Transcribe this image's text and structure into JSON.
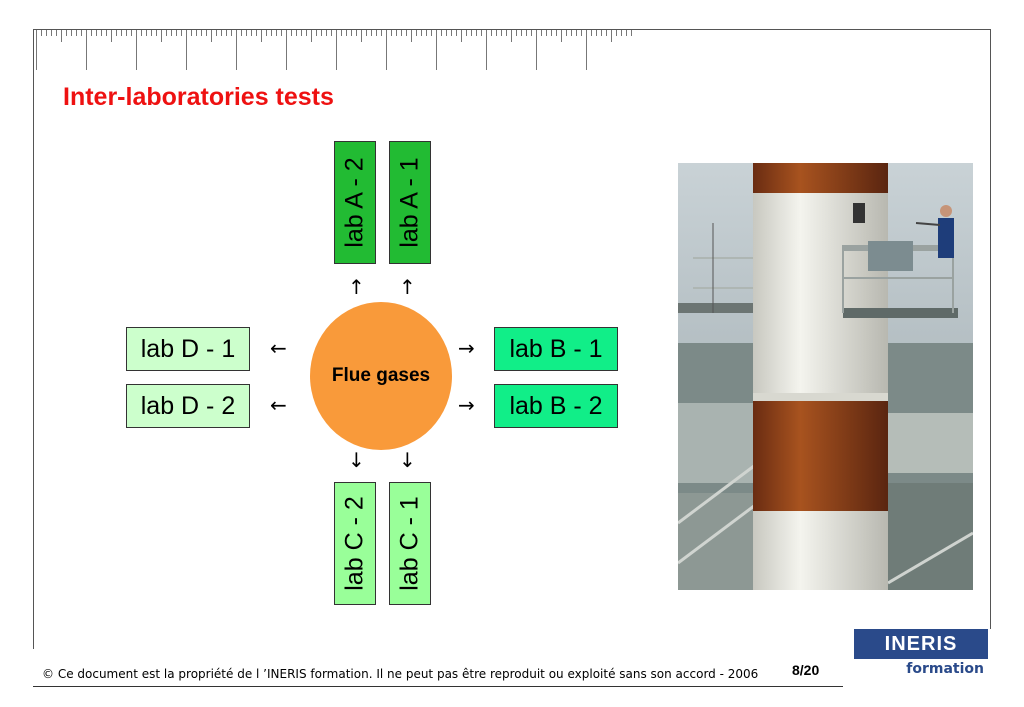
{
  "title": "Inter-laboratories tests",
  "center": {
    "label": "Flue gases"
  },
  "labs": {
    "a2": "lab A - 2",
    "a1": "lab A - 1",
    "b1": "lab B - 1",
    "b2": "lab B - 2",
    "c2": "lab C - 2",
    "c1": "lab C - 1",
    "d1": "lab D - 1",
    "d2": "lab D - 2"
  },
  "colors": {
    "title": "#ee1111",
    "lab_a": "#22bb33",
    "lab_b": "#11ee88",
    "lab_c": "#99ff99",
    "lab_d": "#ccffcc",
    "circle": "#f99a3a"
  },
  "footer": {
    "copyright": "© Ce document est la propriété de l ’INERIS formation. Il ne peut pas être reproduit ou exploité sans son accord - 2006",
    "page": "8/20"
  },
  "logo": {
    "top": "INERIS",
    "bottom": "formation"
  }
}
